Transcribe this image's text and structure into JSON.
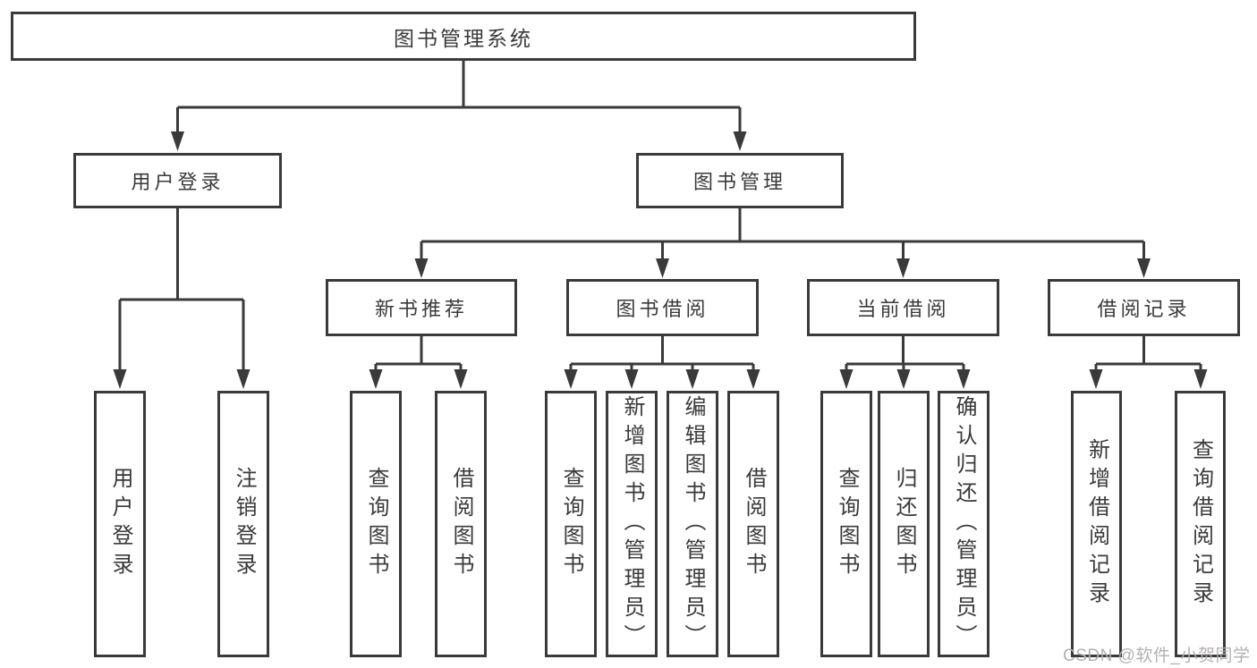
{
  "diagram": {
    "root": {
      "label": "图书管理系统"
    },
    "level2": [
      {
        "label": "用户登录"
      },
      {
        "label": "图书管理"
      }
    ],
    "level3": [
      {
        "label": "新书推荐"
      },
      {
        "label": "图书借阅"
      },
      {
        "label": "当前借阅"
      },
      {
        "label": "借阅记录"
      }
    ],
    "leaves": {
      "user_login": [
        {
          "label": "用户登录"
        },
        {
          "label": "注销登录"
        }
      ],
      "new_book_recommend": [
        {
          "label": "查询图书"
        },
        {
          "label": "借阅图书"
        }
      ],
      "book_borrow": [
        {
          "label": "查询图书"
        },
        {
          "label": "新增图书（管理员）"
        },
        {
          "label": "编辑图书（管理员）"
        },
        {
          "label": "借阅图书"
        }
      ],
      "current_borrow": [
        {
          "label": "查询图书"
        },
        {
          "label": "归还图书"
        },
        {
          "label": "确认归还（管理员）"
        }
      ],
      "borrow_record": [
        {
          "label": "新增借阅记录"
        },
        {
          "label": "查询借阅记录"
        }
      ]
    }
  },
  "watermark": {
    "text": "CSDN @软件_小贺同学"
  },
  "colors": {
    "line": "#3a3a3a",
    "text": "#3a3a3a",
    "box_background": "#ffffff",
    "page_background": "#ffffff",
    "watermark": "#b5b0b0"
  }
}
